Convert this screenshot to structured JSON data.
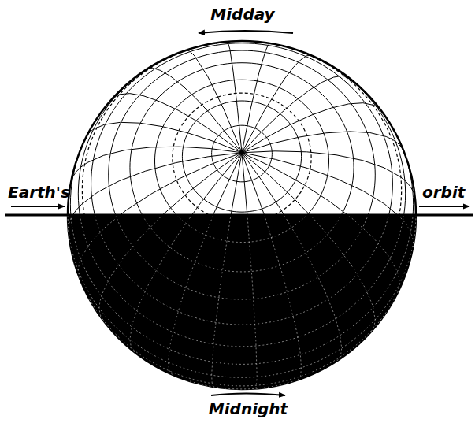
{
  "diagram": {
    "labels": [
      "Midday",
      "Earth's",
      "orbit",
      "Midnight"
    ]
  }
}
